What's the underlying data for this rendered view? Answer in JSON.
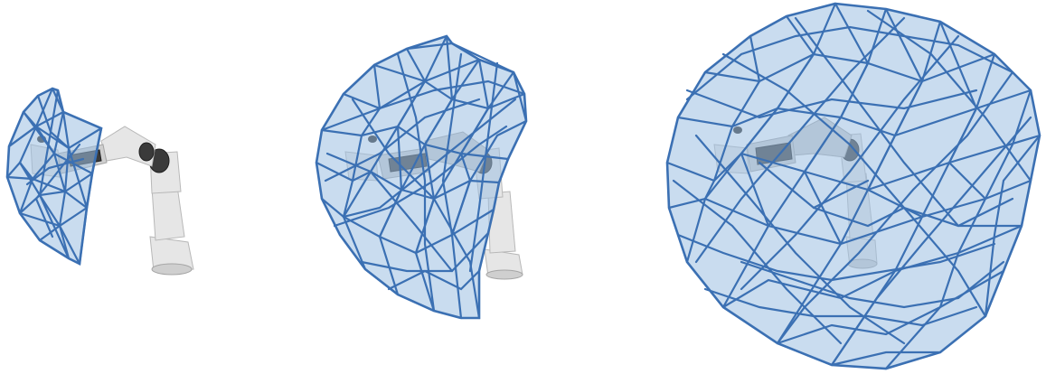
{
  "figure": {
    "panels": [
      {
        "id": "panel-1",
        "robot": "robot-arm",
        "workspace": "wireframe-mesh"
      },
      {
        "id": "panel-2",
        "robot": "robot-arm",
        "workspace": "wireframe-mesh"
      },
      {
        "id": "panel-3",
        "robot": "robot-arm",
        "workspace": "wireframe-mesh"
      }
    ],
    "colors": {
      "mesh_stroke": "#3b70b3",
      "mesh_fill": "#9cbfe2",
      "robot_light": "#e6e6e6",
      "robot_dark": "#3a3a3a",
      "background": "#ffffff"
    }
  }
}
